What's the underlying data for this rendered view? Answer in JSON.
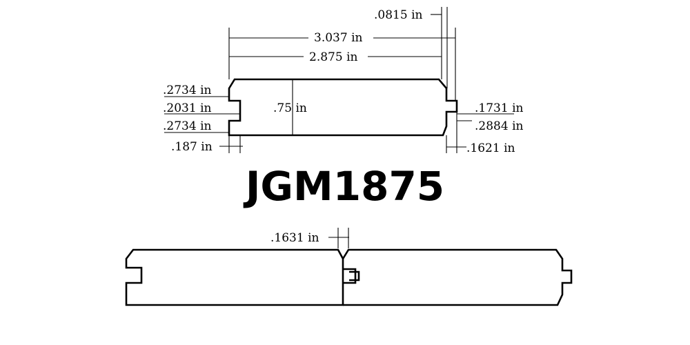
{
  "product_code": "JGM1875",
  "profile": {
    "overall_width": ".0815 in",
    "width_total": "3.037 in",
    "width_face": "2.875 in",
    "groove_top": ".2734 in",
    "groove_height": ".2031 in",
    "groove_bottom": ".2734 in",
    "thickness": ".75 in",
    "tongue_height": ".1731 in",
    "tongue_offset": ".2884 in",
    "groove_depth": ".187 in",
    "tongue_length": ".1621 in"
  },
  "assembly": {
    "gap": ".1631 in"
  }
}
